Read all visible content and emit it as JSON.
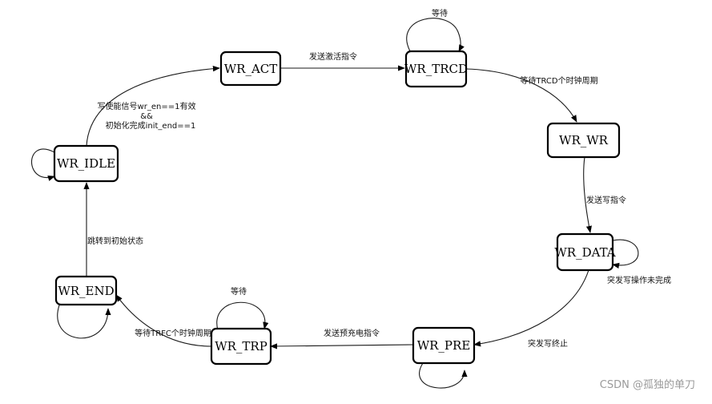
{
  "states": {
    "wr_idle": "WR_IDLE",
    "wr_act": "WR_ACT",
    "wr_trcd": "WR_TRCD",
    "wr_wr": "WR_WR",
    "wr_data": "WR_DATA",
    "wr_pre": "WR_PRE",
    "wr_trp": "WR_TRP",
    "wr_end": "WR_END"
  },
  "transitions": {
    "idle_to_act_line1": "写使能信号wr_en==1有效",
    "idle_to_act_line2": "&&",
    "idle_to_act_line3": "初始化完成init_end==1",
    "act_to_trcd": "发送激活指令",
    "trcd_self": "等待",
    "trcd_to_wr": "等待TRCD个时钟周期",
    "wr_to_data": "发送写指令",
    "data_self": "突发写操作未完成",
    "data_to_pre": "突发写终止",
    "pre_to_trp": "发送预充电指令",
    "trp_self": "等待",
    "trp_to_end": "等待TRFC个时钟周期",
    "end_to_idle": "跳转到初始状态"
  },
  "watermark": "CSDN @孤独的单刀"
}
